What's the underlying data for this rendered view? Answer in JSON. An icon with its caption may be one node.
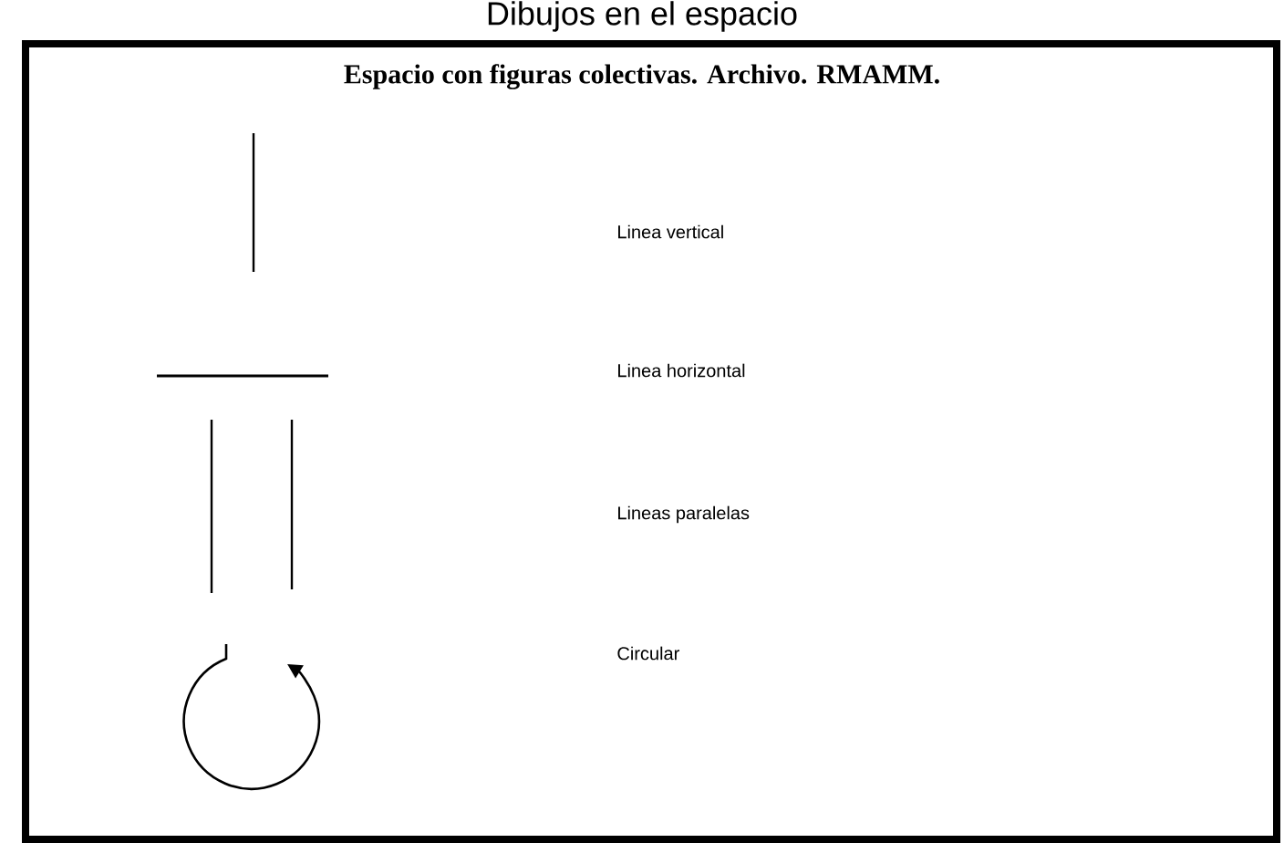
{
  "diagram": {
    "title": "Espacio con figuras colectivas. Archivo. RMAMM.",
    "labels": [
      "Dibujos en el espacio",
      "Linea vertical",
      "Linea horizontal",
      "Lineas paralelas",
      "Circular"
    ]
  }
}
